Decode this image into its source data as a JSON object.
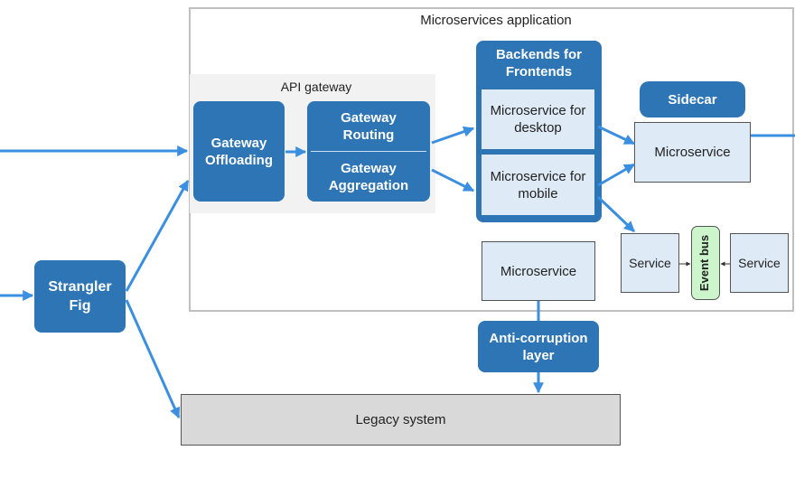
{
  "app_title": "Microservices application",
  "api_gateway": {
    "label": "API gateway",
    "offloading": "Gateway\nOffloading",
    "routing": "Gateway\nRouting",
    "aggregation": "Gateway\nAggregation"
  },
  "bff": {
    "title": "Backends for\nFrontends",
    "desktop": "Microservice for\ndesktop",
    "mobile": "Microservice for\nmobile"
  },
  "sidecar": "Sidecar",
  "microservice_right": "Microservice",
  "microservice_bottom": "Microservice",
  "service_left": "Service",
  "service_right": "Service",
  "event_bus": "Event bus",
  "strangler_fig": "Strangler\nFig",
  "anti_corruption": "Anti-corruption\nlayer",
  "legacy": "Legacy system",
  "colors": {
    "accent": "#2e75b6",
    "light_box": "#deebf7",
    "event_bus": "#ccf5cc",
    "legacy": "#d9d9d9",
    "gateway_panel": "#f2f2f2",
    "arrow": "#3b8fe0"
  }
}
